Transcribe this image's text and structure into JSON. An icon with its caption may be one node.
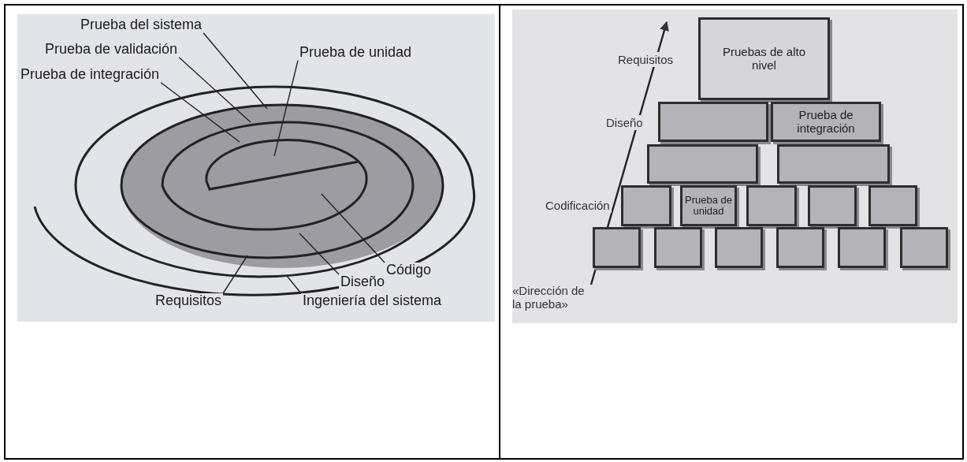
{
  "diagram": {
    "nodes": [
      {
        "text": [
          "Prueba del sistema"
        ]
      },
      {
        "text": [
          "Prueba de validación"
        ]
      },
      {
        "text": [
          "Prueba de integración"
        ]
      },
      {
        "text": [
          "Prueba de unidad"
        ]
      },
      {
        "text": [
          "Código"
        ]
      },
      {
        "text": [
          "Diseño"
        ]
      },
      {
        "text": [
          "Requisitos"
        ]
      },
      {
        "text": [
          "Ingeniería del sistema"
        ]
      },
      {
        "text": [
          "Pruebas de alto nivel"
        ]
      },
      {
        "text": [],
        "shape": "box"
      },
      {
        "text": [
          "Prueba de integración"
        ]
      },
      {
        "text": [],
        "shape": "box"
      },
      {
        "text": [],
        "shape": "box"
      },
      {
        "text": [],
        "shape": "box"
      },
      {
        "text": [
          "Prueba de unidad"
        ]
      },
      {
        "text": [],
        "shape": "box"
      },
      {
        "text": [],
        "shape": "box"
      },
      {
        "text": [],
        "shape": "box"
      },
      {
        "text": [],
        "shape": "box"
      },
      {
        "text": [],
        "shape": "box"
      },
      {
        "text": [],
        "shape": "box"
      },
      {
        "text": [],
        "shape": "box"
      },
      {
        "text": [],
        "shape": "box"
      },
      {
        "text": [],
        "shape": "box"
      },
      {
        "text": [
          "«Dirección de la prueba»"
        ]
      }
    ],
    "edges": [
      {
        "from": 0,
        "to": null,
        "arrow": "none"
      },
      {
        "from": 1,
        "to": null,
        "arrow": "none"
      },
      {
        "from": 2,
        "to": null,
        "arrow": "none"
      },
      {
        "from": 3,
        "to": null,
        "arrow": "none"
      },
      {
        "from": 4,
        "to": null,
        "arrow": "none"
      },
      {
        "from": 5,
        "to": null,
        "arrow": "none"
      },
      {
        "from": 6,
        "to": null,
        "arrow": "none"
      },
      {
        "from": 7,
        "to": null,
        "arrow": "none"
      },
      {
        "from": 24,
        "to": null,
        "arrow": "to"
      }
    ],
    "labels": [
      "Requisitos",
      "Diseño",
      "Codificación"
    ]
  }
}
